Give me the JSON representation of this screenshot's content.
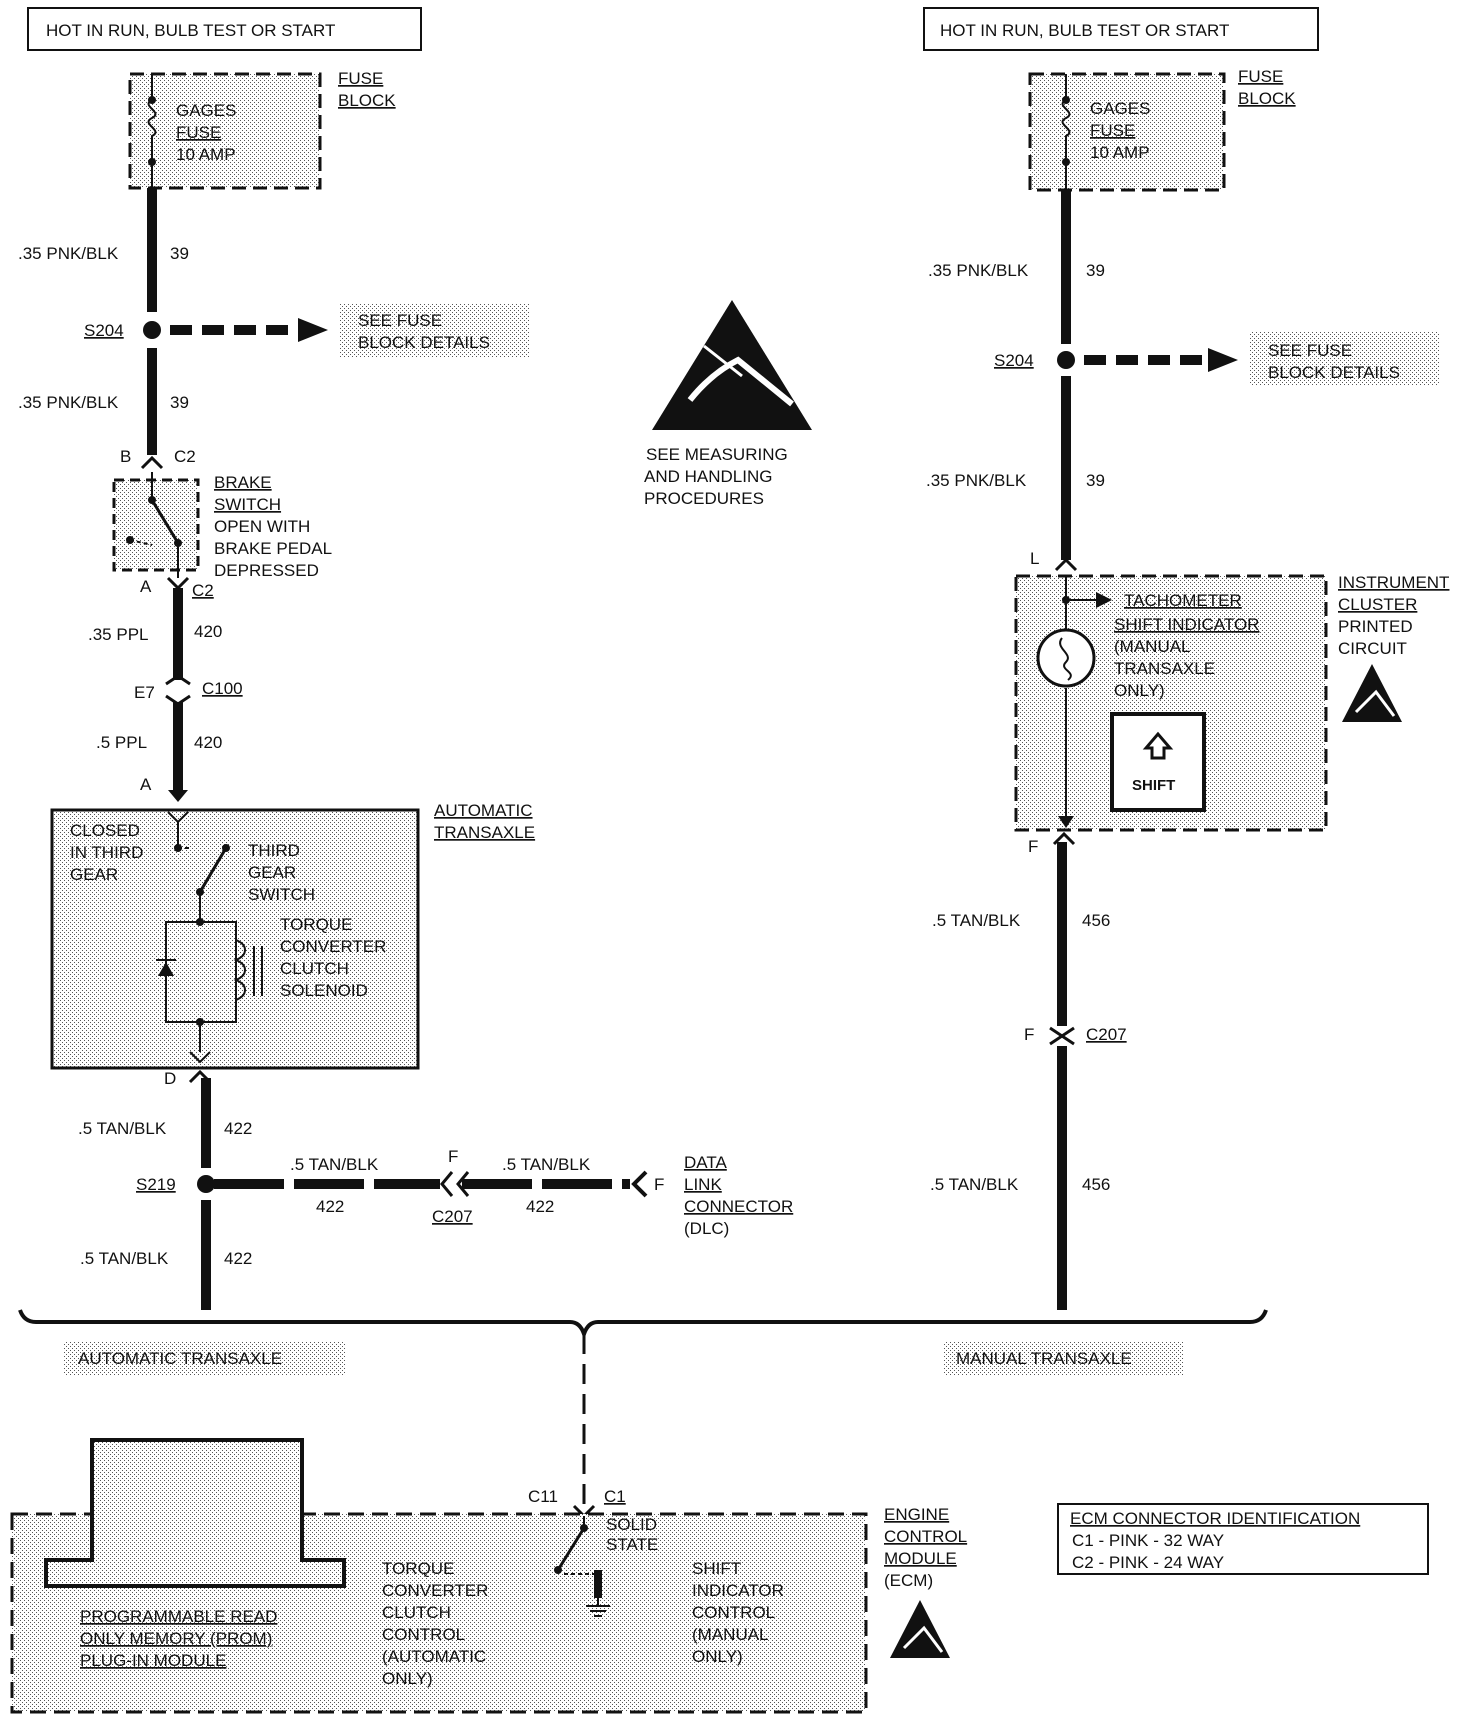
{
  "left": {
    "power_header": "HOT IN RUN, BULB TEST OR START",
    "fuse": {
      "name": "GAGES",
      "word": "FUSE",
      "rating": "10 AMP"
    },
    "fuse_block_label": [
      "FUSE",
      "BLOCK"
    ],
    "wire_pnk_blk": ".35 PNK/BLK",
    "circuit_39": "39",
    "splice_s204": "S204",
    "see_fuse_block": [
      "SEE FUSE",
      "BLOCK DETAILS"
    ],
    "pin_b": "B",
    "conn_c2": "C2",
    "brake_switch": {
      "name": [
        "BRAKE",
        "SWITCH"
      ],
      "desc": [
        "OPEN WITH",
        "BRAKE PEDAL",
        "DEPRESSED"
      ]
    },
    "pin_a": "A",
    "wire_35ppl": ".35 PPL",
    "circuit_420": "420",
    "pin_e7": "E7",
    "conn_c100": "C100",
    "wire_5ppl": ".5 PPL",
    "transaxle_label": [
      "AUTOMATIC",
      "TRANSAXLE"
    ],
    "closed_third": [
      "CLOSED",
      "IN THIRD",
      "GEAR"
    ],
    "third_gear_switch": [
      "THIRD",
      "GEAR",
      "SWITCH"
    ],
    "tcc_solenoid": [
      "TORQUE",
      "CONVERTER",
      "CLUTCH",
      "SOLENOID"
    ],
    "pin_d": "D",
    "wire_tan_blk": ".5 TAN/BLK",
    "circuit_422": "422",
    "splice_s219": "S219",
    "pin_f": "F",
    "conn_c207": "C207",
    "dlc_label": [
      "DATA",
      "LINK",
      "CONNECTOR",
      "(DLC)"
    ],
    "branch_label": "AUTOMATIC TRANSAXLE"
  },
  "center": {
    "esd_caption": [
      "SEE MEASURING",
      "AND HANDLING",
      "PROCEDURES"
    ]
  },
  "right": {
    "power_header": "HOT IN RUN, BULB TEST OR START",
    "fuse": {
      "name": "GAGES",
      "word": "FUSE",
      "rating": "10 AMP"
    },
    "fuse_block_label": [
      "FUSE",
      "BLOCK"
    ],
    "wire_pnk_blk": ".35 PNK/BLK",
    "circuit_39": "39",
    "splice_s204": "S204",
    "see_fuse_block": [
      "SEE FUSE",
      "BLOCK DETAILS"
    ],
    "pin_l": "L",
    "tachometer": "TACHOMETER",
    "shift_indicator": [
      "SHIFT INDICATOR",
      "(MANUAL",
      "TRANSAXLE",
      "ONLY)"
    ],
    "shift_button": "SHIFT",
    "cluster_label": [
      "INSTRUMENT",
      "CLUSTER",
      "PRINTED",
      "CIRCUIT"
    ],
    "pin_f": "F",
    "wire_tan_blk": ".5 TAN/BLK",
    "circuit_456": "456",
    "conn_c207": "C207",
    "branch_label": "MANUAL TRANSAXLE"
  },
  "ecm": {
    "pin_c11": "C11",
    "conn_c1": "C1",
    "solid_state": [
      "SOLID",
      "STATE"
    ],
    "tcc_control": [
      "TORQUE",
      "CONVERTER",
      "CLUTCH",
      "CONTROL",
      "(AUTOMATIC",
      "ONLY)"
    ],
    "shift_control": [
      "SHIFT",
      "INDICATOR",
      "CONTROL",
      "(MANUAL",
      "ONLY)"
    ],
    "prom": [
      "PROGRAMMABLE READ",
      "ONLY MEMORY (PROM)",
      "PLUG-IN MODULE"
    ],
    "ecm_label": [
      "ENGINE",
      "CONTROL",
      "MODULE",
      "(ECM)"
    ],
    "conn_id": [
      "ECM CONNECTOR IDENTIFICATION",
      "C1 - PINK - 32 WAY",
      "C2 - PINK - 24 WAY"
    ]
  }
}
